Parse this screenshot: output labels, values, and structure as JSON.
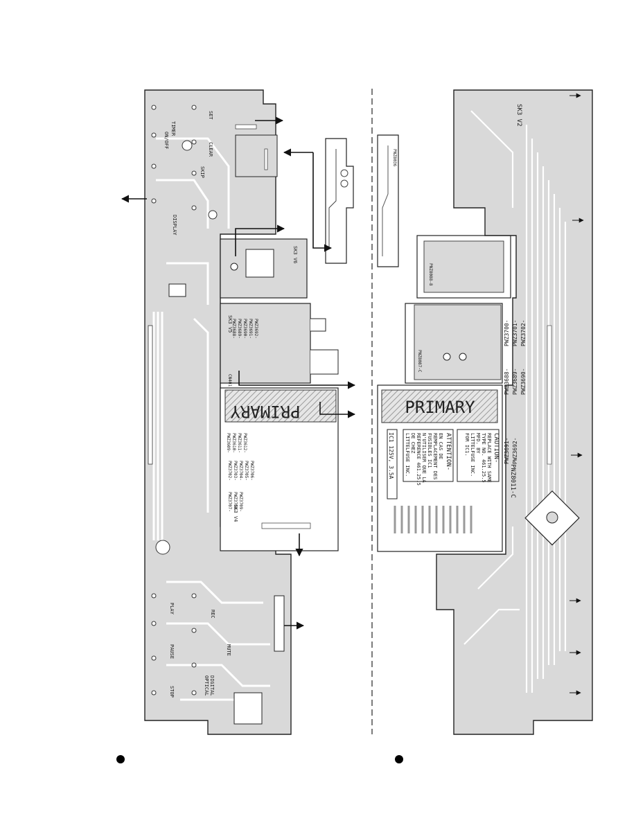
{
  "left_board": {
    "primary_label": "PRIMARY",
    "sk3_v6": "SK3 V6",
    "sk3_v5": "SK3 V5",
    "sk3_v4": "SK3 V4",
    "cn401": "CN401",
    "jumpers_a": [
      "PWZ3609-",
      "PWZ3610-",
      "PWZ3611-",
      "PWZ3612-"
    ],
    "jumpers_b": [
      "PWZ3688-",
      "PWZ3689-",
      "PWZ3690-",
      "PWZ3691-",
      "PWZ3692-"
    ],
    "jumpers_c": [
      "PWZ3702-",
      "PWZ3703-",
      "PWZ3704-",
      "PWZ3705-",
      "PWZ3706-"
    ],
    "jumpers_d": [
      "PWZ3707-",
      "PWZ3708-",
      "PWZ3709-"
    ],
    "key_labels": [
      "SET",
      "CLEAR",
      "TIMER",
      "ON/OFF",
      "DISPLAY",
      "SKIP",
      "PLAY",
      "REC",
      "PAUSE",
      "STOP",
      "MUTE",
      "DIGITAL",
      "OPTICAL"
    ]
  },
  "right_board": {
    "primary_label": "PRIMARY",
    "sk3_v2": "SK3 V2",
    "pnz_main": "PNZ8011-C",
    "pnz_sub1": "PNZ8036",
    "pnz_sub2": "PNZ8087-C",
    "pnz_sub3": "PNZ8088-8",
    "caution": [
      "CAUTION-",
      "REPLACE WITH SAME",
      "TYPE NO. 461.25.5",
      "MFD. BY",
      "LITTELFUSE INC.",
      "FOR IC1."
    ],
    "attention": [
      "ATTENTION-",
      "EN CAS DE",
      "REMPLACEMENT DES",
      "FUSIBLES IC1",
      "N'UTILISER QUE LA",
      "REFERENCE 461.25.5",
      "DE CHEZ",
      "LITTELFUSE INC."
    ],
    "ic_rating": "IC1 125V, 3.5A",
    "jumper_row": [
      "PWZ3688-",
      "PWZ3689-",
      "PWZ3690-",
      "PWZ3691-",
      "PWZ3692-",
      "PWZ3700-",
      "PWZ3701-",
      "PWZ3702-"
    ]
  },
  "colors": {
    "copper": "#cfcfcf",
    "trace": "#ffffff",
    "outline": "#222222",
    "fine": "#555555"
  },
  "icons": [
    "black-dot-marker",
    "arrow"
  ]
}
